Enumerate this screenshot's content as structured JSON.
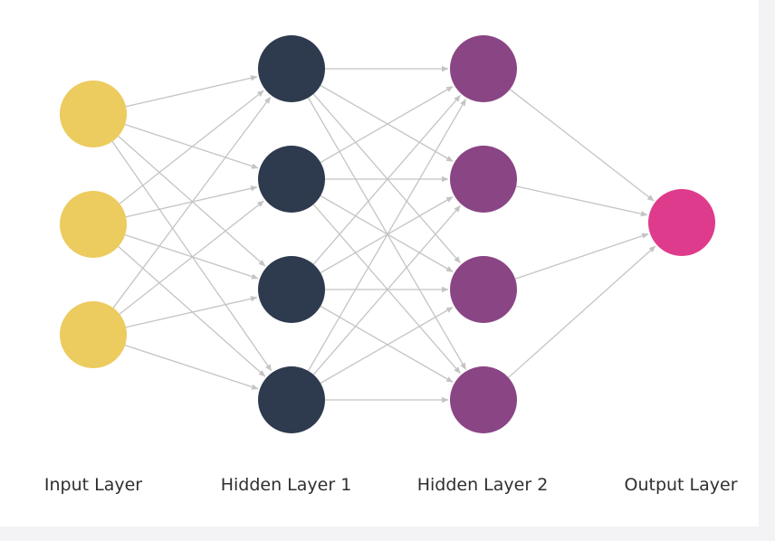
{
  "diagram": {
    "type": "neural-network",
    "colors": {
      "background": "#ffffff",
      "connection": "#c4c4c4",
      "input": "#eccb5f",
      "hidden1": "#2e3a4e",
      "hidden2": "#8a4585",
      "output": "#de3b8c"
    },
    "layers": [
      {
        "id": "input",
        "label": "Input Layer",
        "nodes": 3,
        "color": "#eccb5f"
      },
      {
        "id": "hidden1",
        "label": "Hidden Layer 1",
        "nodes": 4,
        "color": "#2e3a4e"
      },
      {
        "id": "hidden2",
        "label": "Hidden Layer 2",
        "nodes": 4,
        "color": "#8a4585"
      },
      {
        "id": "output",
        "label": "Output Layer",
        "nodes": 1,
        "color": "#de3b8c"
      }
    ],
    "connections": "fully-connected between consecutive layers"
  }
}
